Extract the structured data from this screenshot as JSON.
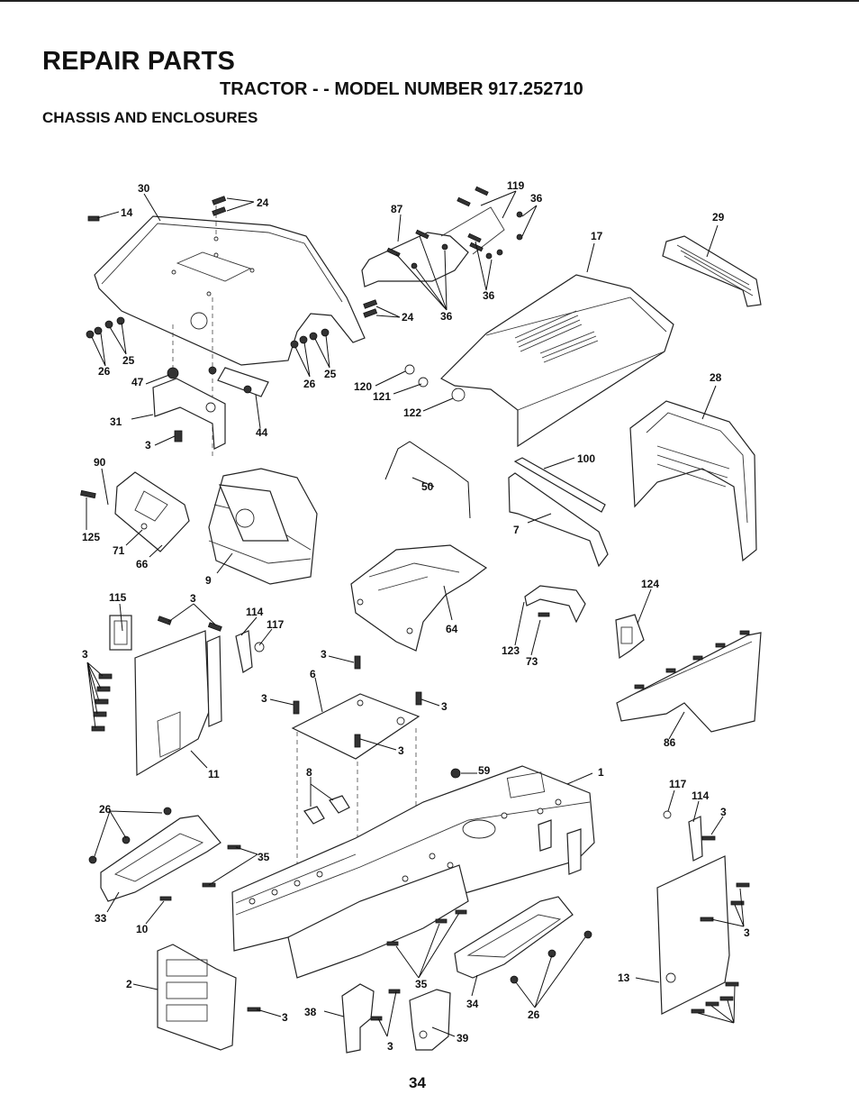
{
  "header": {
    "title": "REPAIR PARTS",
    "subtitle": "TRACTOR - - MODEL NUMBER 917.252710",
    "section": "CHASSIS AND ENCLOSURES"
  },
  "page_number": "34",
  "callouts": {
    "c1": "1",
    "c2": "2",
    "c3a": "3",
    "c3b": "3",
    "c3c": "3",
    "c3d": "3",
    "c3e": "3",
    "c3f": "3",
    "c3g": "3",
    "c3h": "3",
    "c3i": "3",
    "c3j": "3",
    "c3k": "3",
    "c6": "6",
    "c7": "7",
    "c8": "8",
    "c9": "9",
    "c10": "10",
    "c11": "11",
    "c13": "13",
    "c14": "14",
    "c17": "17",
    "c24a": "24",
    "c24b": "24",
    "c25a": "25",
    "c25b": "25",
    "c26a": "26",
    "c26b": "26",
    "c26c": "26",
    "c26d": "26",
    "c28": "28",
    "c29": "29",
    "c30": "30",
    "c31": "31",
    "c33": "33",
    "c34": "34",
    "c35a": "35",
    "c35b": "35",
    "c36a": "36",
    "c36b": "36",
    "c36c": "36",
    "c38": "38",
    "c39": "39",
    "c44": "44",
    "c47": "47",
    "c50": "50",
    "c59": "59",
    "c64": "64",
    "c66": "66",
    "c71": "71",
    "c73": "73",
    "c86": "86",
    "c87": "87",
    "c90": "90",
    "c100": "100",
    "c114a": "114",
    "c114b": "114",
    "c115": "115",
    "c117a": "117",
    "c117b": "117",
    "c119": "119",
    "c120": "120",
    "c121": "121",
    "c122": "122",
    "c123": "123",
    "c124": "124",
    "c125": "125"
  }
}
